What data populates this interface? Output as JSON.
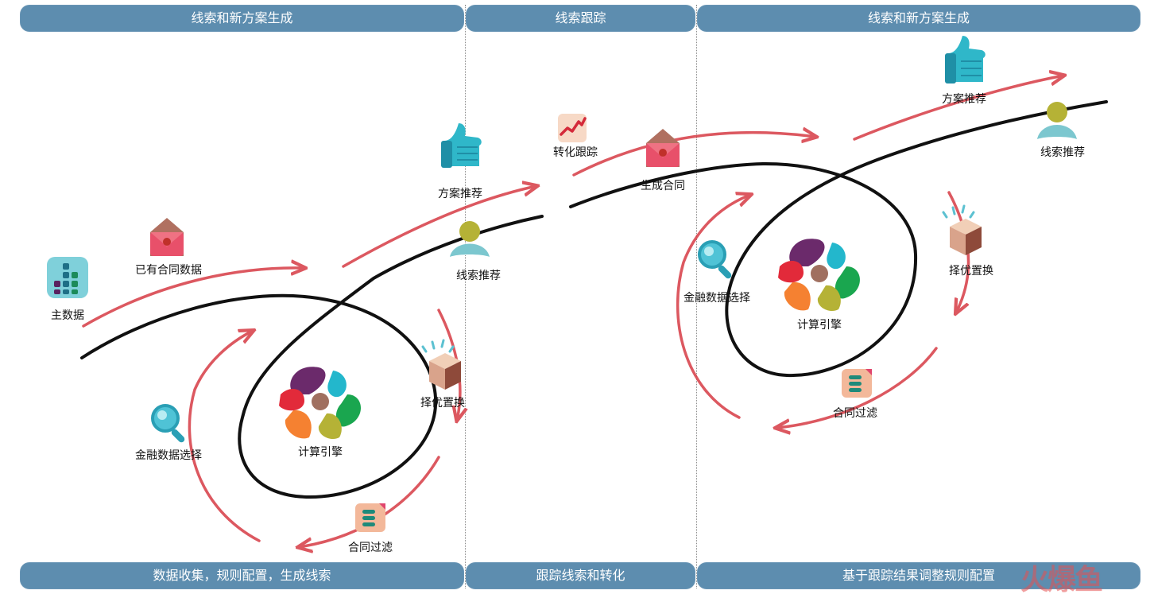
{
  "top_banners": [
    {
      "text": "线索和新方案生成"
    },
    {
      "text": "线索跟踪"
    },
    {
      "text": "线索和新方案生成"
    }
  ],
  "bottom_banners": [
    {
      "text": "数据收集，规则配置，生成线索"
    },
    {
      "text": "跟踪线索和转化"
    },
    {
      "text": "基于跟踪结果调整规则配置"
    }
  ],
  "left_panel": {
    "master_data": "主数据",
    "existing_contracts": "已有合同数据",
    "financial_selection": "金融数据选择",
    "compute_engine": "计算引擎",
    "plan_recommend": "方案推荐",
    "lead_recommend": "线索推荐",
    "optimal_replace": "择优置换",
    "contract_filter": "合同过滤"
  },
  "middle_panel": {
    "conversion_tracking": "转化跟踪",
    "generate_contract": "生成合同"
  },
  "right_panel": {
    "plan_recommend": "方案推荐",
    "lead_recommend": "线索推荐",
    "optimal_replace": "择优置换",
    "financial_selection": "金融数据选择",
    "compute_engine": "计算引擎",
    "contract_filter": "合同过滤"
  },
  "icons": {
    "master_data": "bar-grid-icon",
    "existing_contracts": "envelope-icon",
    "financial_selection": "magnifier-icon",
    "compute_engine": "color-blob-wheel-icon",
    "plan_recommend": "thumbs-up-icon",
    "lead_recommend": "person-icon",
    "optimal_replace": "cube-icon",
    "contract_filter": "list-card-icon",
    "conversion_tracking": "trend-chart-icon",
    "generate_contract": "envelope-icon"
  },
  "colors": {
    "banner": "#5d8daf",
    "arrow": "#d9474f",
    "spiral": "#111111",
    "divider": "#8c8c8c"
  },
  "watermark": "火爆鱼"
}
